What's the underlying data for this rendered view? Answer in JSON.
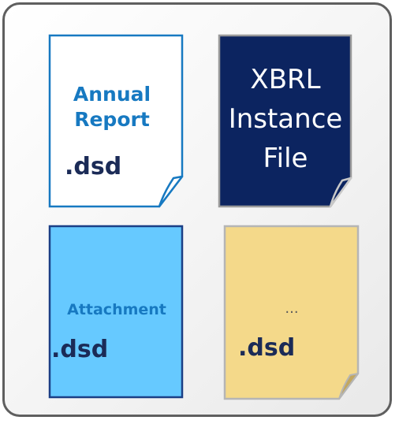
{
  "documents": [
    {
      "title_lines": [
        "Annual",
        "Report"
      ],
      "extension": ".dsd",
      "fill": "#ffffff",
      "border": "#1779c1"
    },
    {
      "title_lines": [
        "XBRL",
        "Instance",
        "File"
      ],
      "extension": "",
      "fill": "#0c2460",
      "border": "#9a9a9a"
    },
    {
      "title_lines": [
        "Attachment"
      ],
      "extension": ".dsd",
      "fill": "#66c9ff",
      "border": "#1b3f86"
    },
    {
      "title_lines": [
        "..."
      ],
      "extension": ".dsd",
      "fill": "#f4d98a",
      "border": "#b5b5b5"
    }
  ]
}
